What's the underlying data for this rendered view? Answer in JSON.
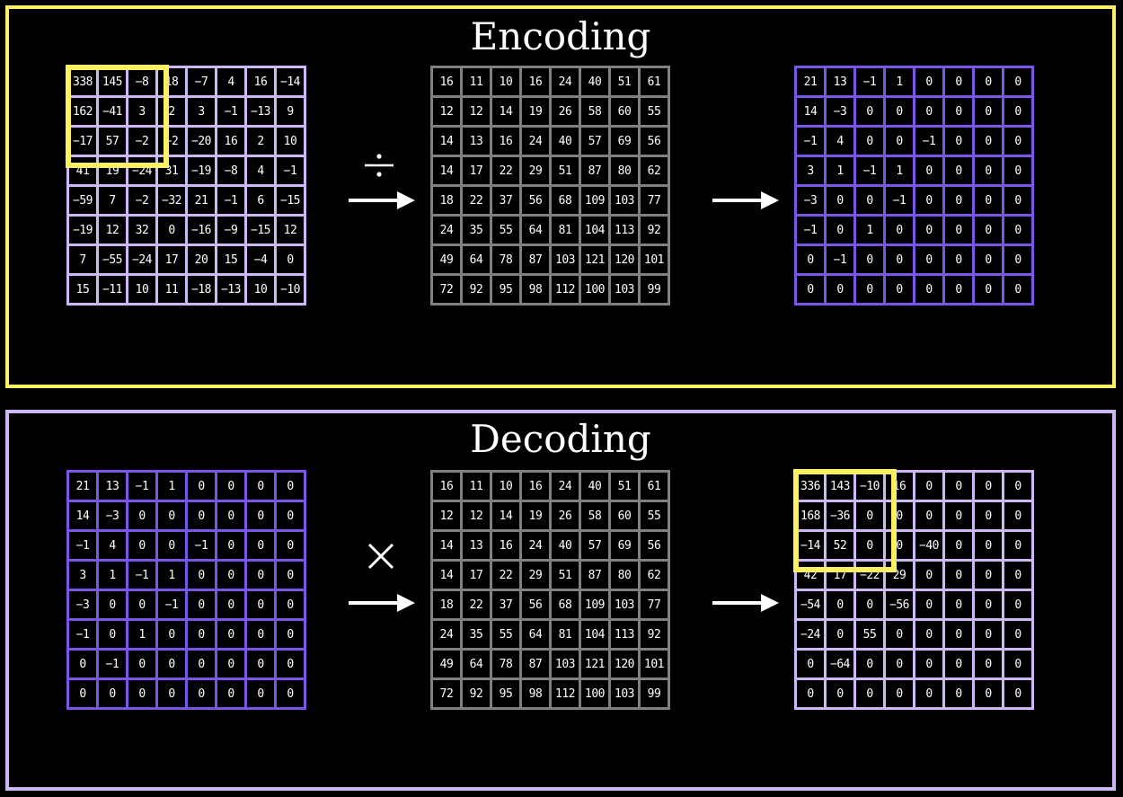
{
  "encoding": {
    "title": "Encoding",
    "dct_matrix": [
      [
        "338",
        "145",
        "−8",
        "18",
        "−7",
        "4",
        "16",
        "−14"
      ],
      [
        "162",
        "−41",
        "3",
        "2",
        "3",
        "−1",
        "−13",
        "9"
      ],
      [
        "−17",
        "57",
        "−2",
        "−2",
        "−20",
        "16",
        "2",
        "10"
      ],
      [
        "41",
        "19",
        "−24",
        "31",
        "−19",
        "−8",
        "4",
        "−1"
      ],
      [
        "−59",
        "7",
        "−2",
        "−32",
        "21",
        "−1",
        "6",
        "−15"
      ],
      [
        "−19",
        "12",
        "32",
        "0",
        "−16",
        "−9",
        "−15",
        "12"
      ],
      [
        "7",
        "−55",
        "−24",
        "17",
        "20",
        "15",
        "−4",
        "0"
      ],
      [
        "15",
        "−11",
        "10",
        "11",
        "−18",
        "−13",
        "10",
        "−10"
      ]
    ],
    "operator": "divide",
    "quant_table": [
      [
        "16",
        "11",
        "10",
        "16",
        "24",
        "40",
        "51",
        "61"
      ],
      [
        "12",
        "12",
        "14",
        "19",
        "26",
        "58",
        "60",
        "55"
      ],
      [
        "14",
        "13",
        "16",
        "24",
        "40",
        "57",
        "69",
        "56"
      ],
      [
        "14",
        "17",
        "22",
        "29",
        "51",
        "87",
        "80",
        "62"
      ],
      [
        "18",
        "22",
        "37",
        "56",
        "68",
        "109",
        "103",
        "77"
      ],
      [
        "24",
        "35",
        "55",
        "64",
        "81",
        "104",
        "113",
        "92"
      ],
      [
        "49",
        "64",
        "78",
        "87",
        "103",
        "121",
        "120",
        "101"
      ],
      [
        "72",
        "92",
        "95",
        "98",
        "112",
        "100",
        "103",
        "99"
      ]
    ],
    "quantized": [
      [
        "21",
        "13",
        "−1",
        "1",
        "0",
        "0",
        "0",
        "0"
      ],
      [
        "14",
        "−3",
        "0",
        "0",
        "0",
        "0",
        "0",
        "0"
      ],
      [
        "−1",
        "4",
        "0",
        "0",
        "−1",
        "0",
        "0",
        "0"
      ],
      [
        "3",
        "1",
        "−1",
        "1",
        "0",
        "0",
        "0",
        "0"
      ],
      [
        "−3",
        "0",
        "0",
        "−1",
        "0",
        "0",
        "0",
        "0"
      ],
      [
        "−1",
        "0",
        "1",
        "0",
        "0",
        "0",
        "0",
        "0"
      ],
      [
        "0",
        "−1",
        "0",
        "0",
        "0",
        "0",
        "0",
        "0"
      ],
      [
        "0",
        "0",
        "0",
        "0",
        "0",
        "0",
        "0",
        "0"
      ]
    ]
  },
  "decoding": {
    "title": "Decoding",
    "quantized": [
      [
        "21",
        "13",
        "−1",
        "1",
        "0",
        "0",
        "0",
        "0"
      ],
      [
        "14",
        "−3",
        "0",
        "0",
        "0",
        "0",
        "0",
        "0"
      ],
      [
        "−1",
        "4",
        "0",
        "0",
        "−1",
        "0",
        "0",
        "0"
      ],
      [
        "3",
        "1",
        "−1",
        "1",
        "0",
        "0",
        "0",
        "0"
      ],
      [
        "−3",
        "0",
        "0",
        "−1",
        "0",
        "0",
        "0",
        "0"
      ],
      [
        "−1",
        "0",
        "1",
        "0",
        "0",
        "0",
        "0",
        "0"
      ],
      [
        "0",
        "−1",
        "0",
        "0",
        "0",
        "0",
        "0",
        "0"
      ],
      [
        "0",
        "0",
        "0",
        "0",
        "0",
        "0",
        "0",
        "0"
      ]
    ],
    "operator": "multiply",
    "quant_table": [
      [
        "16",
        "11",
        "10",
        "16",
        "24",
        "40",
        "51",
        "61"
      ],
      [
        "12",
        "12",
        "14",
        "19",
        "26",
        "58",
        "60",
        "55"
      ],
      [
        "14",
        "13",
        "16",
        "24",
        "40",
        "57",
        "69",
        "56"
      ],
      [
        "14",
        "17",
        "22",
        "29",
        "51",
        "87",
        "80",
        "62"
      ],
      [
        "18",
        "22",
        "37",
        "56",
        "68",
        "109",
        "103",
        "77"
      ],
      [
        "24",
        "35",
        "55",
        "64",
        "81",
        "104",
        "113",
        "92"
      ],
      [
        "49",
        "64",
        "78",
        "87",
        "103",
        "121",
        "120",
        "101"
      ],
      [
        "72",
        "92",
        "95",
        "98",
        "112",
        "100",
        "103",
        "99"
      ]
    ],
    "reconstructed": [
      [
        "336",
        "143",
        "−10",
        "16",
        "0",
        "0",
        "0",
        "0"
      ],
      [
        "168",
        "−36",
        "0",
        "0",
        "0",
        "0",
        "0",
        "0"
      ],
      [
        "−14",
        "52",
        "0",
        "0",
        "−40",
        "0",
        "0",
        "0"
      ],
      [
        "42",
        "17",
        "−22",
        "29",
        "0",
        "0",
        "0",
        "0"
      ],
      [
        "−54",
        "0",
        "0",
        "−56",
        "0",
        "0",
        "0",
        "0"
      ],
      [
        "−24",
        "0",
        "55",
        "0",
        "0",
        "0",
        "0",
        "0"
      ],
      [
        "0",
        "−64",
        "0",
        "0",
        "0",
        "0",
        "0",
        "0"
      ],
      [
        "0",
        "0",
        "0",
        "0",
        "0",
        "0",
        "0",
        "0"
      ]
    ]
  },
  "colors": {
    "encoding_frame": "#fdf066",
    "decoding_frame": "#cdb7f5",
    "dct_grid": "#cdb7f5",
    "quant_grid": "#808080",
    "quantized_grid": "#7b55e6",
    "highlight": "#fdf066",
    "text": "#ffffff",
    "background": "#000000"
  },
  "icons": {
    "divide": "divide-icon",
    "multiply": "multiply-icon",
    "arrow": "arrow-right-icon"
  }
}
